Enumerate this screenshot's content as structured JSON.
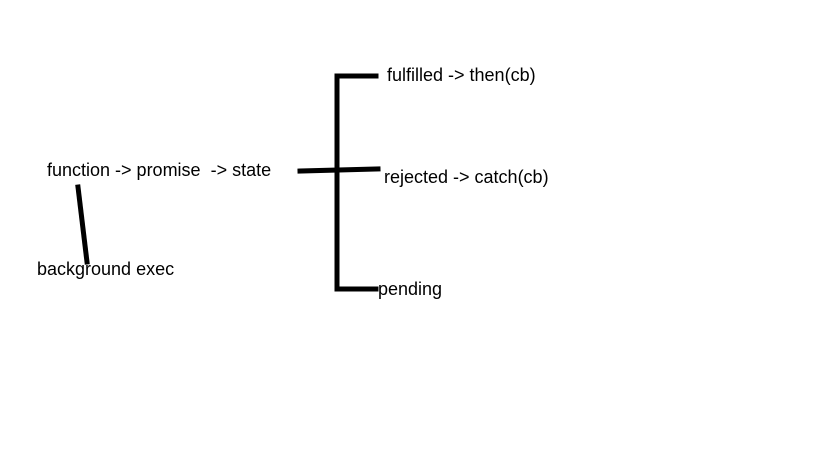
{
  "canvas": {
    "background": "#ffffff",
    "stroke_color": "#000000",
    "text_color": "#000000"
  },
  "labels": {
    "main_flow": "function -> promise  -> state",
    "background_exec": "background exec",
    "fulfilled": "fulfilled -> then(cb)",
    "rejected": "rejected -> catch(cb)",
    "pending": "pending"
  }
}
